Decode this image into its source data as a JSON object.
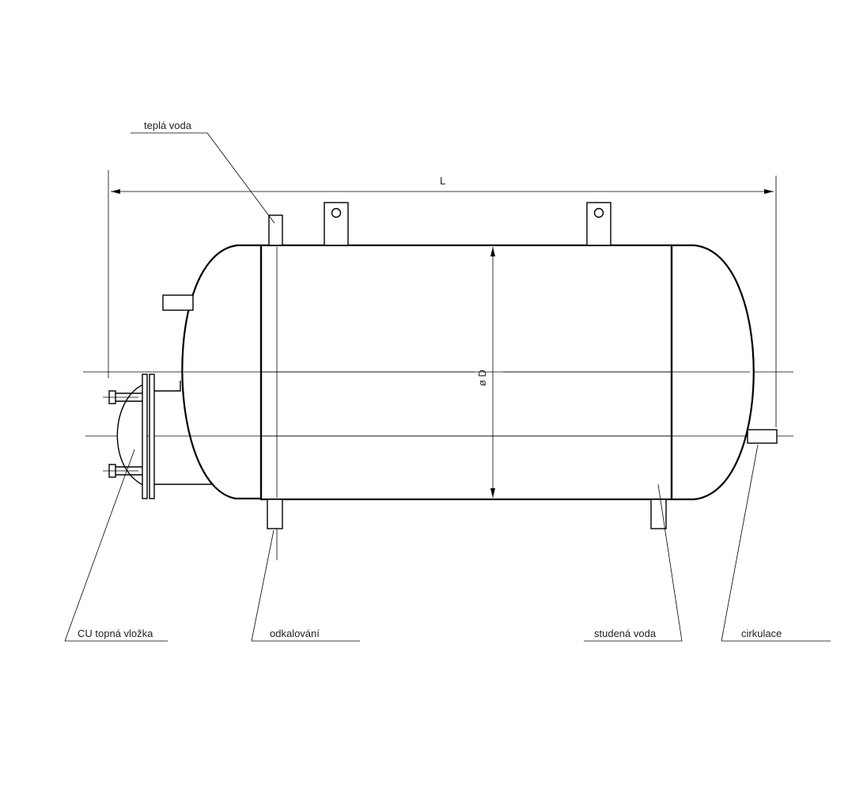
{
  "labels": {
    "hot_water": "teplá voda",
    "heating_insert": "CU topná vložka",
    "descaling": "odkalování",
    "cold_water": "studená voda",
    "circulation": "cirkulace",
    "length": "L",
    "diameter": "ø D"
  }
}
